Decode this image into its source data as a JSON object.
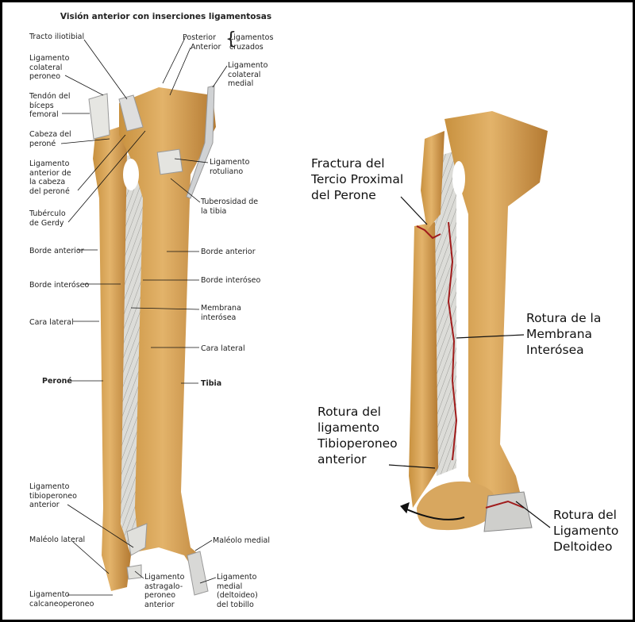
{
  "left_figure": {
    "title": "Visión anterior con inserciones ligamentosas",
    "labels": {
      "tracto_iliotibial": "Tracto iliotibial",
      "lig_colateral_peroneo": "Ligamento\ncolateral\nperoneo",
      "tendon_biceps": "Tendón del\nbíceps\nfemoral",
      "cabeza_perone": "Cabeza del\nperoné",
      "lig_anterior_cabeza": "Ligamento\nanterior de\nla cabeza\ndel peroné",
      "tuberculo_gerdy": "Tubérculo\nde Gerdy",
      "borde_anterior_l": "Borde anterior",
      "borde_interoseo_l": "Borde interóseo",
      "cara_lateral_l": "Cara lateral",
      "perone": "Peroné",
      "posterior": "Posterior",
      "anterior": "Anterior",
      "ligamentos_cruzados": "Ligamentos\ncruzados",
      "lig_colateral_medial": "Ligamento\ncolateral\nmedial",
      "lig_rotuliano": "Ligamento\nrotuliano",
      "tuberosidad_tibia": "Tuberosidad de\nla tibia",
      "borde_anterior_r": "Borde anterior",
      "borde_interoseo_r": "Borde interóseo",
      "membrana_interosea": "Membrana\ninteróseа",
      "cara_lateral_r": "Cara lateral",
      "tibia": "Tibia",
      "lig_tibioperoneo_ant": "Ligamento\ntibioperoneo\nanterior",
      "maleolo_lateral": "Maléolo lateral",
      "lig_calcaneoperoneo": "Ligamento\ncalcaneoperoneo",
      "lig_astragaloperoneo": "Ligamento\nastragalo-\nperoneo\nanterior",
      "maleolo_medial": "Maléolo medial",
      "lig_medial_deltoideo": "Ligamento\nmedial\n(deltoideo)\ndel tobillo"
    }
  },
  "right_figure": {
    "labels": {
      "fractura": "Fractura del\nTercio Proximal\ndel Perone",
      "rotura_membrana": "Rotura de la\nMembrana\nInterósea",
      "rotura_tibioperoneo": "Rotura del\nligamento\nTibioperoneo\nanterior",
      "rotura_deltoideo": "Rotura del\nLigamento\nDeltoideo"
    }
  },
  "colors": {
    "bone": "#d9a55a",
    "bone_dark": "#b9843a",
    "ligament": "#d8d8d4",
    "tear": "#a01c1c"
  }
}
